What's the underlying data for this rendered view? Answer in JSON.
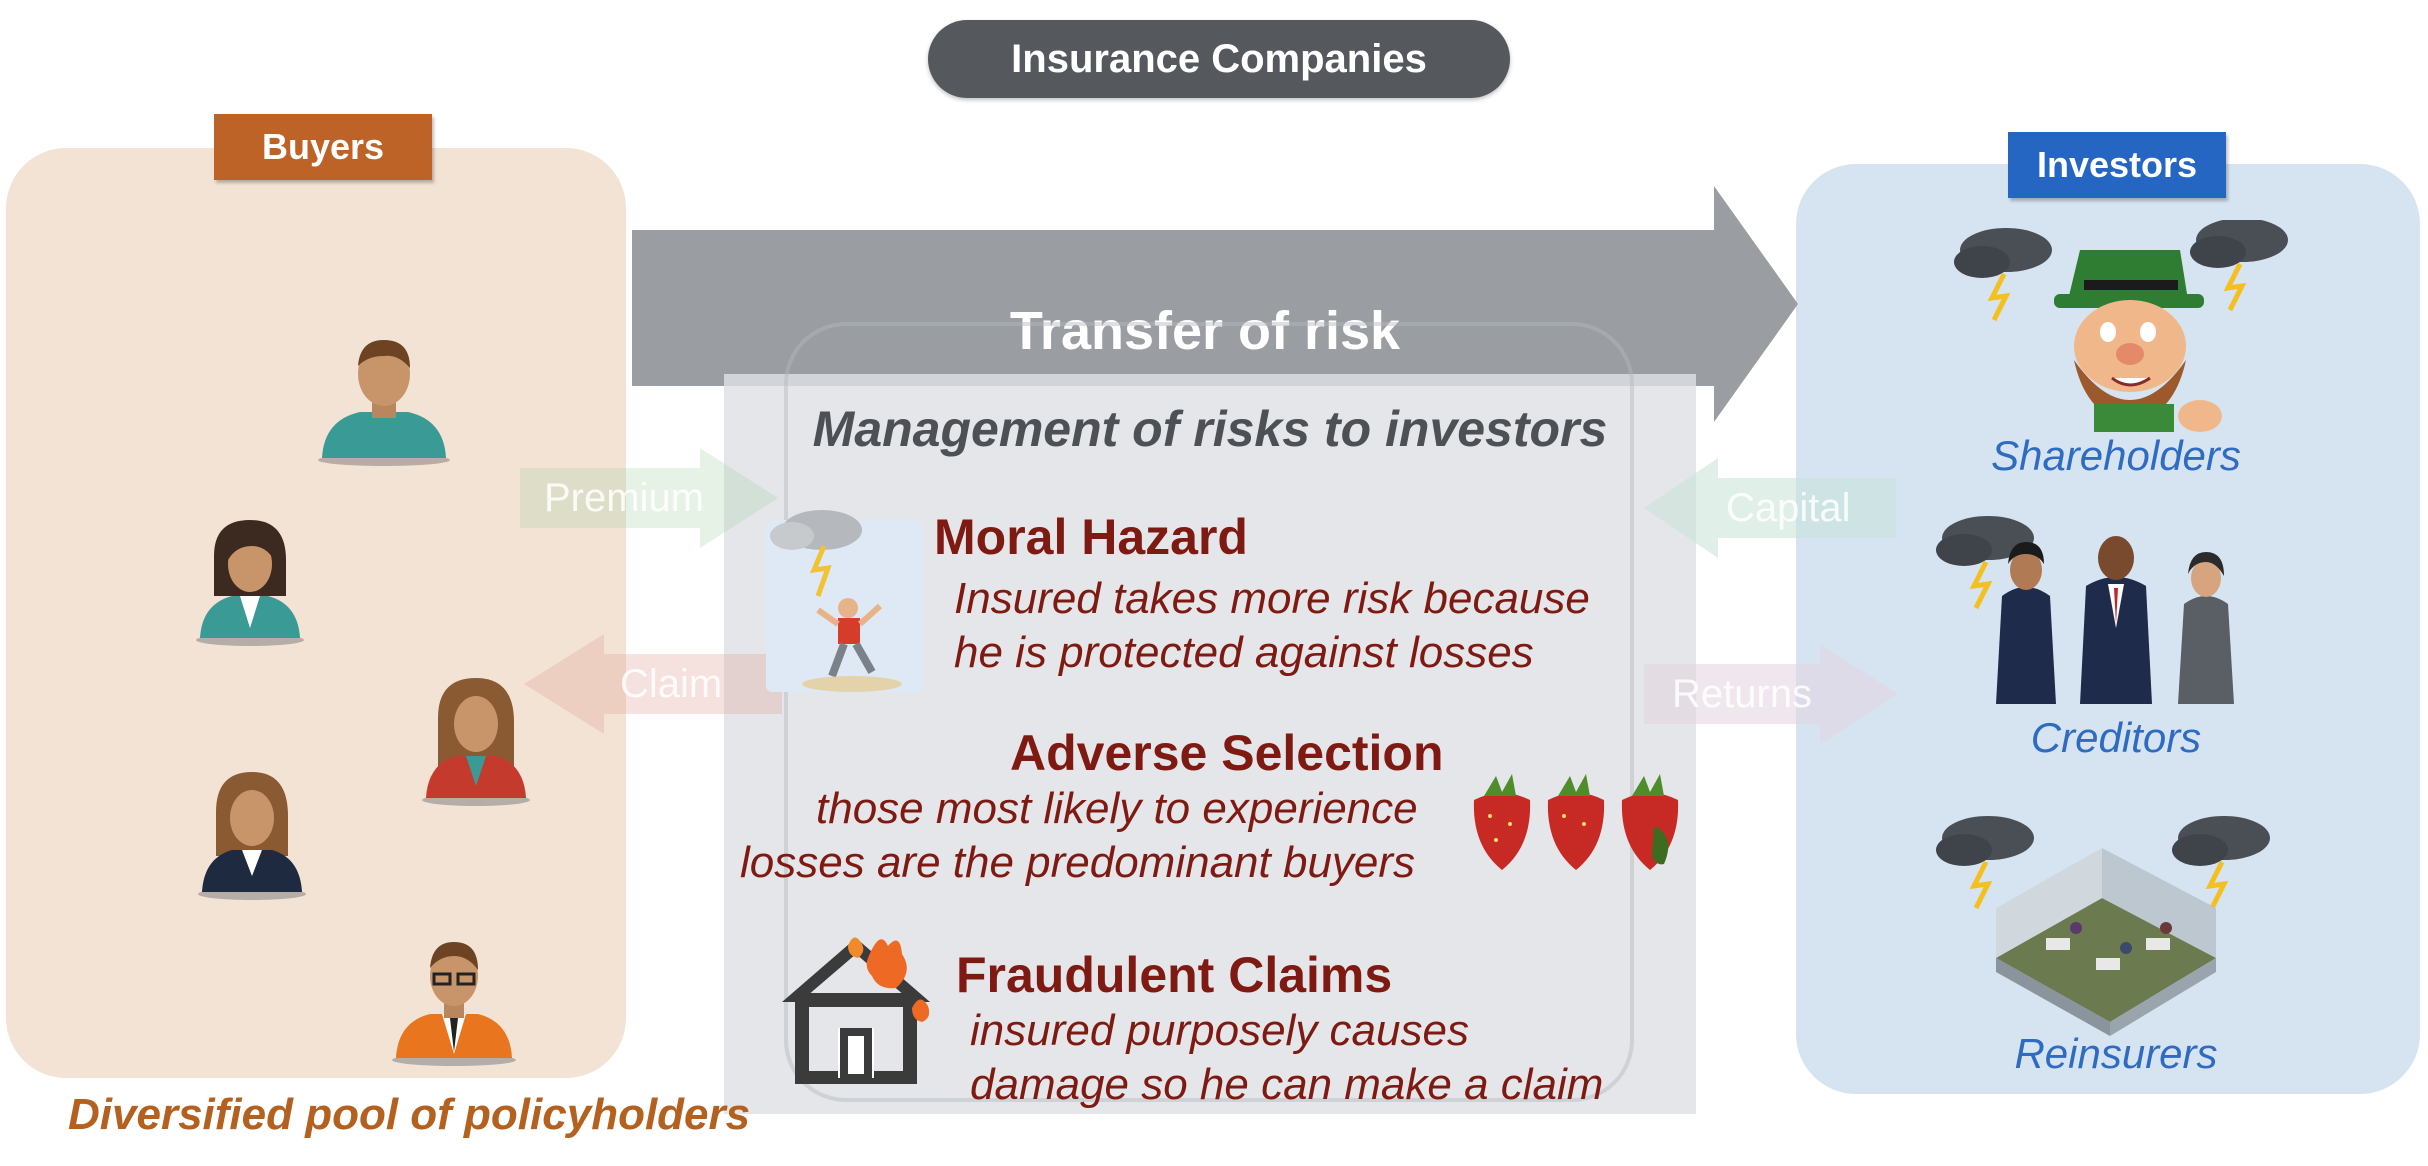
{
  "header": {
    "title": "Insurance Companies"
  },
  "buyers": {
    "label": "Buyers",
    "pool_caption": "Diversified pool of policyholders"
  },
  "investors": {
    "label": "Investors",
    "groups": [
      "Shareholders",
      "Creditors",
      "Reinsurers"
    ]
  },
  "flows": {
    "transfer": "Transfer of risk",
    "premium": "Premium",
    "claim": "Claim",
    "capital": "Capital",
    "returns": "Returns"
  },
  "management": {
    "title": "Management of risks to investors",
    "risks": [
      {
        "name": "Moral Hazard",
        "line1": "Insured takes more risk because",
        "line2": "he is protected against losses"
      },
      {
        "name": "Adverse Selection",
        "line1": "those most likely to experience",
        "line2": "losses are the predominant buyers"
      },
      {
        "name": "Fraudulent Claims",
        "line1": "insured purposely causes",
        "line2": "damage so he can make a claim"
      }
    ]
  },
  "colors": {
    "buyers": "#bd6327",
    "investors": "#2566c2",
    "risk_text": "#7e1a12",
    "arrow": "#9a9ea3"
  }
}
